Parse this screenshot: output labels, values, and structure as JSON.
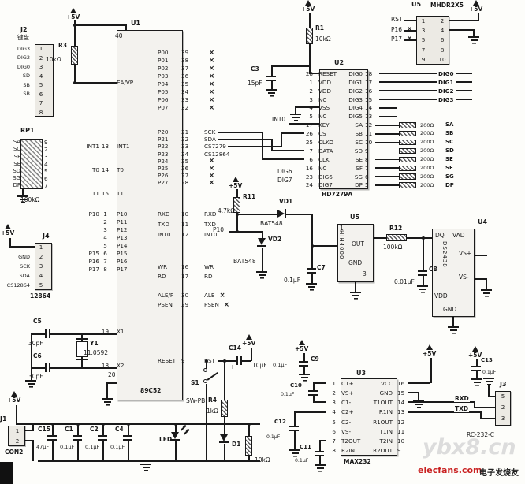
{
  "labels": {
    "v5": "+5V"
  },
  "watermark": {
    "bg": "ybx8.cn",
    "site": "elecfans.com",
    "cn": "电子发烧友"
  },
  "u1": {
    "ref": "U1",
    "part": "89C52",
    "pin40": "40",
    "pin20": "20",
    "ea_pins": [
      {
        "ext": "",
        "num": "",
        "name": "EA/VP",
        "mark": ""
      }
    ],
    "ctl_pins": [
      {
        "ext": "INT1",
        "num": "13",
        "name": "INT1"
      },
      {
        "ext": "T0",
        "num": "14",
        "name": "T0"
      },
      {
        "ext": "T1",
        "num": "15",
        "name": "T1"
      }
    ],
    "p1_pins": [
      {
        "ext": "P10",
        "num": "1",
        "name": "P10"
      },
      {
        "ext": "",
        "num": "2",
        "name": "P11"
      },
      {
        "ext": "",
        "num": "3",
        "name": "P12"
      },
      {
        "ext": "",
        "num": "4",
        "name": "P13"
      },
      {
        "ext": "",
        "num": "5",
        "name": "P14"
      },
      {
        "ext": "P15",
        "num": "6",
        "name": "P15"
      },
      {
        "ext": "P16",
        "num": "7",
        "name": "P16"
      },
      {
        "ext": "P17",
        "num": "8",
        "name": "P17"
      }
    ],
    "xtal_pins": [
      {
        "ext": "",
        "num": "19",
        "name": "X1"
      },
      {
        "ext": "",
        "num": "18",
        "name": "X2"
      }
    ],
    "p0_pins": [
      {
        "name": "P00",
        "num": "39",
        "ext": "",
        "mark": "×"
      },
      {
        "name": "P01",
        "num": "38",
        "ext": "",
        "mark": "×"
      },
      {
        "name": "P02",
        "num": "37",
        "ext": "",
        "mark": "×"
      },
      {
        "name": "P03",
        "num": "36",
        "ext": "",
        "mark": "×"
      },
      {
        "name": "P04",
        "num": "35",
        "ext": "",
        "mark": "×"
      },
      {
        "name": "P05",
        "num": "34",
        "ext": "",
        "mark": "×"
      },
      {
        "name": "P06",
        "num": "33",
        "ext": "",
        "mark": "×"
      },
      {
        "name": "P07",
        "num": "32",
        "ext": "",
        "mark": "×"
      }
    ],
    "p2_pins": [
      {
        "name": "P20",
        "num": "21",
        "ext": "SCK",
        "mark": ""
      },
      {
        "name": "P21",
        "num": "22",
        "ext": "SDA",
        "mark": ""
      },
      {
        "name": "P22",
        "num": "23",
        "ext": "CS7279",
        "mark": ""
      },
      {
        "name": "P23",
        "num": "24",
        "ext": "CS12864",
        "mark": ""
      },
      {
        "name": "P24",
        "num": "25",
        "ext": "",
        "mark": "×"
      },
      {
        "name": "P25",
        "num": "26",
        "ext": "",
        "mark": "×"
      },
      {
        "name": "P26",
        "num": "27",
        "ext": "",
        "mark": "×"
      },
      {
        "name": "P27",
        "num": "28",
        "ext": "",
        "mark": "×"
      }
    ],
    "ser_pins": [
      {
        "name": "RXD",
        "num": "10",
        "ext": "RXD",
        "mark": ""
      },
      {
        "name": "TXD",
        "num": "11",
        "ext": "TXD",
        "mark": ""
      },
      {
        "name": "INT0",
        "num": "12",
        "ext": "INT0",
        "mark": ""
      }
    ],
    "rw_pins": [
      {
        "name": "WR",
        "num": "16",
        "ext": "WR",
        "mark": ""
      },
      {
        "name": "RD",
        "num": "17",
        "ext": "RD",
        "mark": ""
      }
    ],
    "bus_pins": [
      {
        "name": "ALE/P",
        "num": "30",
        "ext": "ALE",
        "mark": "×"
      },
      {
        "name": "PSEN",
        "num": "29",
        "ext": "PSEN",
        "mark": "×"
      }
    ],
    "rst_pins": [
      {
        "name": "RESET",
        "num": "9",
        "ext": "RST",
        "mark": ""
      }
    ]
  },
  "r3": {
    "ref": "R3",
    "value": "10kΩ"
  },
  "r1": {
    "ref": "R1",
    "value": "10kΩ"
  },
  "c3": {
    "ref": "C3",
    "value": "15pF"
  },
  "y1": {
    "ref": "Y1",
    "value": "11.0592"
  },
  "c5": {
    "ref": "C5",
    "value": "30pF"
  },
  "c6": {
    "ref": "C6",
    "value": "30pF"
  },
  "j2": {
    "ref": "J2",
    "title": "键盘",
    "rows": [
      {
        "ext": "DIG3",
        "num": "1"
      },
      {
        "ext": "DIG2",
        "num": "2"
      },
      {
        "ext": "DIG0",
        "num": "3"
      },
      {
        "ext": "SD",
        "num": "4"
      },
      {
        "ext": "SB",
        "num": "5"
      },
      {
        "ext": "SB",
        "num": "6"
      },
      {
        "ext": "",
        "num": "7"
      },
      {
        "ext": "",
        "num": "8"
      }
    ]
  },
  "rp1": {
    "ref": "RP1",
    "value": "100kΩ",
    "rows": [
      {
        "ext": "SA",
        "num": "9"
      },
      {
        "ext": "SC",
        "num": "2"
      },
      {
        "ext": "SF",
        "num": "3"
      },
      {
        "ext": "SE",
        "num": "4"
      },
      {
        "ext": "SD",
        "num": "5"
      },
      {
        "ext": "SG",
        "num": "6"
      },
      {
        "ext": "DP",
        "num": "7"
      }
    ]
  },
  "j4": {
    "ref": "J4",
    "part": "12864",
    "rows": [
      {
        "ext": "",
        "num": "1"
      },
      {
        "ext": "GND",
        "num": "2"
      },
      {
        "ext": "SCK",
        "num": "3"
      },
      {
        "ext": "SDA",
        "num": "4"
      },
      {
        "ext": "CS12864",
        "num": "5"
      }
    ]
  },
  "u2": {
    "ref": "U2",
    "part": "HD7279A",
    "left_pins": [
      {
        "num": "28",
        "name": "RESET"
      },
      {
        "num": "1",
        "name": "VDD"
      },
      {
        "num": "2",
        "name": "VDD"
      },
      {
        "num": "3",
        "name": "NC"
      },
      {
        "num": "4",
        "name": "VSS"
      },
      {
        "num": "5",
        "name": "NC"
      },
      {
        "num": "17",
        "name": "KEY"
      },
      {
        "num": "26",
        "name": "CS"
      },
      {
        "num": "25",
        "name": "CLKO"
      },
      {
        "num": "7",
        "name": "DATA"
      },
      {
        "num": "6",
        "name": "CLK"
      },
      {
        "num": "16",
        "name": "NC"
      },
      {
        "num": "23",
        "name": "DIG6"
      },
      {
        "num": "24",
        "name": "DIG7"
      }
    ],
    "dig_pins": [
      {
        "name": "DIG0",
        "num": "18",
        "ext": "DIG0"
      },
      {
        "name": "DIG1",
        "num": "17",
        "ext": "DIG1"
      },
      {
        "name": "DIG2",
        "num": "16",
        "ext": "DIG2"
      },
      {
        "name": "DIG3",
        "num": "15",
        "ext": "DIG3"
      },
      {
        "name": "DIG4",
        "num": "14",
        "ext": ""
      },
      {
        "name": "DIG5",
        "num": "13",
        "ext": ""
      }
    ],
    "seg_pins": [
      {
        "name": "SA",
        "num": "12",
        "value": "200Ω",
        "ext": "SA"
      },
      {
        "name": "SB",
        "num": "11",
        "value": "200Ω",
        "ext": "SB"
      },
      {
        "name": "SC",
        "num": "10",
        "value": "200Ω",
        "ext": "SC"
      },
      {
        "name": "SD",
        "num": "9",
        "value": "200Ω",
        "ext": "SD"
      },
      {
        "name": "SE",
        "num": "8",
        "value": "200Ω",
        "ext": "SE"
      },
      {
        "name": "SF",
        "num": "7",
        "value": "200Ω",
        "ext": "SF"
      },
      {
        "name": "SG",
        "num": "6",
        "value": "200Ω",
        "ext": "SG"
      },
      {
        "name": "DP",
        "num": "5",
        "value": "200Ω",
        "ext": "DP"
      }
    ],
    "nets": {
      "int0": "INT0",
      "dig6": "DIG6",
      "dig7": "DIG7"
    }
  },
  "u5h": {
    "ref": "U5",
    "part": "MHDR2X5",
    "rows": [
      {
        "l": "1",
        "r": "2"
      },
      {
        "l": "3",
        "r": "4"
      },
      {
        "l": "5",
        "r": "6"
      },
      {
        "l": "7",
        "r": "8"
      },
      {
        "l": "9",
        "r": "10"
      }
    ],
    "ext": [
      "RST",
      "P16",
      "P17"
    ]
  },
  "sensor": {
    "r11_ref": "R11",
    "r11_val": "4.7kΩ",
    "vd1_ref": "VD1",
    "vd1_part": "BAT548",
    "vd2_ref": "VD2",
    "vd2_part": "BAT548",
    "p10": "P10",
    "c7_ref": "C7",
    "c7_val": "0.1μF",
    "u5s_ref": "U5",
    "u5s_part": "HIH4000",
    "u5s_pin1": "1",
    "u5s_pin3": "3",
    "u5s_out": "OUT",
    "u5s_gnd": "GND",
    "r12_ref": "R12",
    "r12_val": "100kΩ",
    "c8_ref": "C8",
    "c8_val": "0.01μF",
    "u4_ref": "U4",
    "u4_part": "DS2438",
    "u4_dq": "DQ",
    "u4_vad": "VAD",
    "u4_vsp": "VS+",
    "u4_vsm": "VS-",
    "u4_vdd": "VDD",
    "u4_gnd": "GND"
  },
  "reset": {
    "c14_ref": "C14",
    "c14_val": "10μF",
    "c14_plus": "+",
    "s1_ref": "S1",
    "s1_part": "SW-PB",
    "r4_ref": "R4",
    "r4_val": "1kΩ",
    "d1": "D1",
    "led": "LED",
    "r5_val": "10kΩ"
  },
  "u3": {
    "ref": "U3",
    "part": "MAX232",
    "left_pins": [
      {
        "num": "1",
        "name": "C1+"
      },
      {
        "num": "2",
        "name": "VS+"
      },
      {
        "num": "3",
        "name": "C1-"
      },
      {
        "num": "4",
        "name": "C2+"
      },
      {
        "num": "5",
        "name": "C2-"
      },
      {
        "num": "6",
        "name": "VS-"
      },
      {
        "num": "7",
        "name": "T2OUT"
      },
      {
        "num": "8",
        "name": "R2IN"
      }
    ],
    "right_pins": [
      {
        "num": "16",
        "name": "VCC"
      },
      {
        "num": "15",
        "name": "GND"
      },
      {
        "num": "14",
        "name": "T1OUT"
      },
      {
        "num": "13",
        "name": "R1IN"
      },
      {
        "num": "12",
        "name": "R1OUT"
      },
      {
        "num": "11",
        "name": "T1IN"
      },
      {
        "num": "10",
        "name": "T2IN"
      },
      {
        "num": "9",
        "name": "R2OUT"
      }
    ],
    "c9_ref": "C9",
    "c9_val": "0.1μF",
    "c10_ref": "C10",
    "c10_val": "0.1μF",
    "c11_ref": "C11",
    "c11_val": "0.1μF",
    "c12_ref": "C12",
    "c12_val": "0.1μF",
    "c13_ref": "C13",
    "c13_val": "0.1μF"
  },
  "j3": {
    "ref": "J3",
    "part": "RC-232-C",
    "rows": [
      {
        "num": "5"
      },
      {
        "num": "2"
      },
      {
        "num": "3"
      }
    ],
    "rxd": "RXD",
    "txd": "TXD"
  },
  "pwr": {
    "j1_ref": "J1",
    "j1_part": "CON2",
    "j1_rows": [
      {
        "num": "1"
      },
      {
        "num": "2"
      }
    ],
    "c15_ref": "C15",
    "c15_val": "47μF",
    "c1_ref": "C1",
    "c1_val": "0.1μF",
    "c2_ref": "C2",
    "c2_val": "0.1μF",
    "c4_ref": "C4",
    "c4_val": "0.1μF"
  }
}
